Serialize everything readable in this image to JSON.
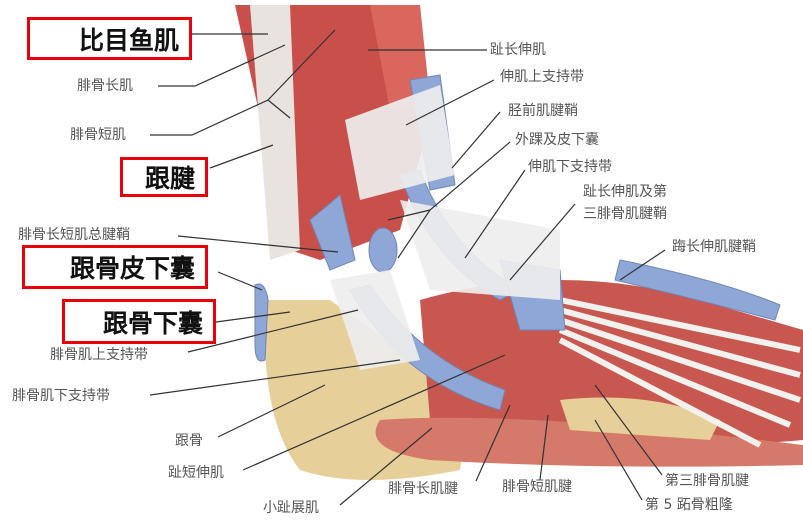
{
  "highlighted_labels": [
    "比目鱼肌",
    "跟腱",
    "跟骨皮下囊",
    "跟骨下囊"
  ],
  "labels_left": [
    "腓骨长肌",
    "腓骨短肌",
    "腓骨长短肌总腱鞘",
    "腓骨肌上支持带",
    "腓骨肌下支持带",
    "跟骨",
    "趾短伸肌"
  ],
  "labels_right": [
    "趾长伸肌",
    "伸肌上支持带",
    "胫前肌腱鞘",
    "外踝及皮下囊",
    "伸肌下支持带",
    "趾长伸肌及第",
    "三腓骨肌腱鞘",
    "踇长伸肌腱鞘"
  ],
  "labels_bottom": [
    "小趾展肌",
    "腓骨长肌腱",
    "腓骨短肌腱",
    "第三腓骨肌腱",
    "第 5 跖骨粗隆"
  ],
  "colors": {
    "highlight_border": "#e8000b",
    "muscle": "#c9504a",
    "tendon_sheath": "#8fa7d6",
    "bone": "#e7cf9a",
    "retinaculum": "#eeeeee"
  }
}
